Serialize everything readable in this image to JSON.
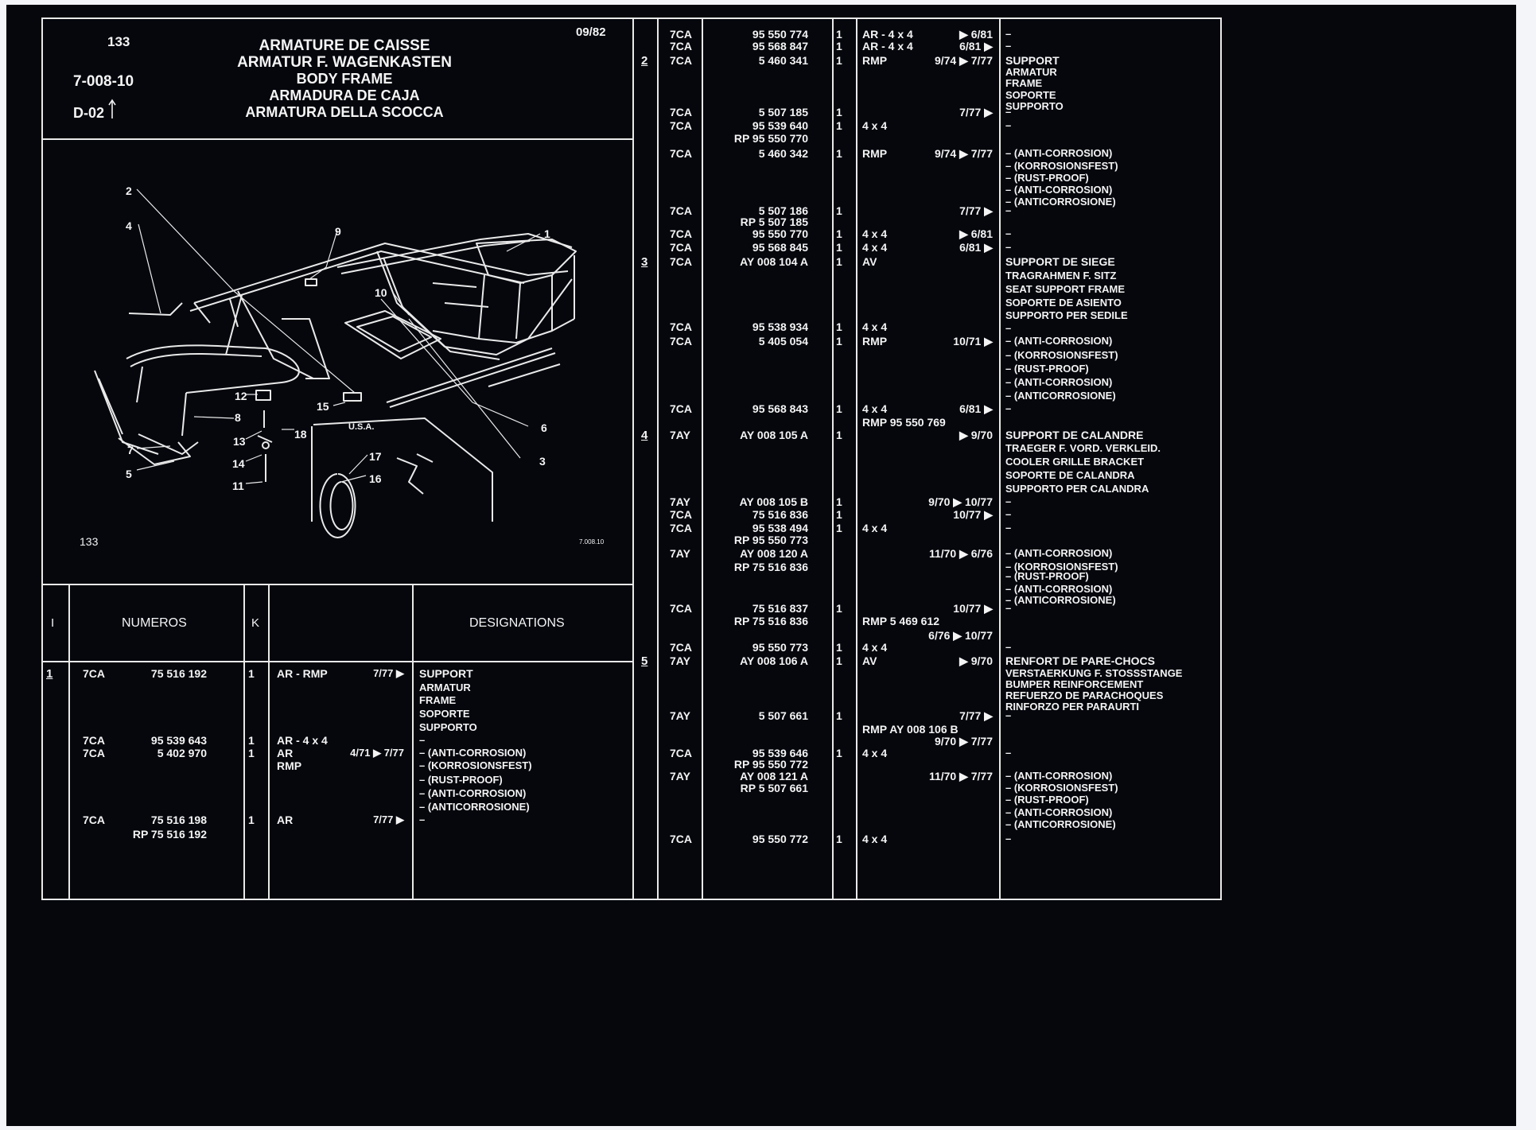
{
  "header": {
    "page_number": "133",
    "code": "7-008-10",
    "ref": "D-02",
    "date": "09/82",
    "titles": [
      "ARMATURE DE CAISSE",
      "ARMATUR F. WAGENKASTEN",
      "BODY FRAME",
      "ARMADURA DE CAJA",
      "ARMATURA DELLA SCOCCA"
    ]
  },
  "diagram": {
    "callouts": [
      "1",
      "2",
      "3",
      "4",
      "5",
      "6",
      "7",
      "8",
      "9",
      "10",
      "11",
      "12",
      "13",
      "14",
      "15",
      "16",
      "17",
      "18"
    ],
    "inset_label": "U.S.A.",
    "footer_left": "133",
    "footer_right": "7.008.10"
  },
  "columns": {
    "index": "I",
    "numeros": "NUMEROS",
    "k": "K",
    "designations": "DESIGNATIONS"
  },
  "left_rows": [
    {
      "idx": "1",
      "type": "7CA",
      "num": "75 516 192",
      "q": "1",
      "code": "AR - RMP",
      "date": "7/77 ▶",
      "desig": "SUPPORT"
    },
    {
      "desig": "ARMATUR"
    },
    {
      "desig": "FRAME"
    },
    {
      "desig": "SOPORTE"
    },
    {
      "desig": "SUPPORTO"
    },
    {
      "type": "7CA",
      "num": "95 539 643",
      "q": "1",
      "code": "AR - 4 x 4",
      "desig": "–"
    },
    {
      "type": "7CA",
      "num": "5 402 970",
      "q": "1",
      "code": "AR",
      "date": "4/71 ▶ 7/77",
      "desig": "– (ANTI-CORROSION)"
    },
    {
      "code": "RMP",
      "desig": "– (KORROSIONSFEST)"
    },
    {
      "desig": "– (RUST-PROOF)"
    },
    {
      "desig": "– (ANTI-CORROSION)"
    },
    {
      "desig": "– (ANTICORROSIONE)"
    },
    {
      "type": "7CA",
      "num": "75 516 198",
      "q": "1",
      "code": "AR",
      "date": "7/77 ▶",
      "desig": "–"
    },
    {
      "num": "RP 75 516 192"
    }
  ],
  "right_rows": [
    {
      "type": "7CA",
      "num": "95 550 774",
      "q": "1",
      "code": "AR - 4 x 4",
      "date": "▶ 6/81",
      "desig": "–"
    },
    {
      "type": "7CA",
      "num": "95 568 847",
      "q": "1",
      "code": "AR - 4 x 4",
      "date": "6/81 ▶",
      "desig": "–"
    },
    {
      "idx": "2",
      "type": "7CA",
      "num": "5 460 341",
      "q": "1",
      "code": "RMP",
      "date": "9/74 ▶ 7/77",
      "desig": "SUPPORT"
    },
    {
      "desig": "ARMATUR"
    },
    {
      "desig": "FRAME"
    },
    {
      "desig": "SOPORTE"
    },
    {
      "desig": "SUPPORTO"
    },
    {
      "type": "7CA",
      "num": "5 507 185",
      "q": "1",
      "date": "7/77 ▶",
      "desig": "–"
    },
    {
      "type": "7CA",
      "num": "95 539 640",
      "q": "1",
      "code": "4 x 4",
      "desig": "–"
    },
    {
      "num": "RP 95 550 770"
    },
    {
      "type": "7CA",
      "num": "5 460 342",
      "q": "1",
      "code": "RMP",
      "date": "9/74 ▶ 7/77",
      "desig": "– (ANTI-CORROSION)"
    },
    {
      "desig": "– (KORROSIONSFEST)"
    },
    {
      "desig": "– (RUST-PROOF)"
    },
    {
      "desig": "– (ANTI-CORROSION)"
    },
    {
      "desig": "– (ANTICORROSIONE)"
    },
    {
      "type": "7CA",
      "num": "5 507 186",
      "q": "1",
      "date": "7/77 ▶",
      "desig": "–"
    },
    {
      "num": "RP 5 507 185"
    },
    {
      "type": "7CA",
      "num": "95 550 770",
      "q": "1",
      "code": "4 x 4",
      "date": "▶ 6/81",
      "desig": "–"
    },
    {
      "type": "7CA",
      "num": "95 568 845",
      "q": "1",
      "code": "4 x 4",
      "date": "6/81 ▶",
      "desig": "–"
    },
    {
      "idx": "3",
      "type": "7CA",
      "num": "AY 008 104 A",
      "q": "1",
      "code": "AV",
      "desig": "SUPPORT DE SIEGE"
    },
    {
      "desig": "TRAGRAHMEN F. SITZ"
    },
    {
      "desig": "SEAT SUPPORT FRAME"
    },
    {
      "desig": "SOPORTE DE ASIENTO"
    },
    {
      "desig": "SUPPORTO PER SEDILE"
    },
    {
      "desig": "–"
    },
    {
      "type": "7CA",
      "num": "95 538 934",
      "q": "1",
      "code": "4 x 4"
    },
    {
      "type": "7CA",
      "num": "5 405 054",
      "q": "1",
      "code": "RMP",
      "date": "10/71 ▶",
      "desig": "– (ANTI-CORROSION)"
    },
    {
      "desig": "– (KORROSIONSFEST)"
    },
    {
      "desig": "– (RUST-PROOF)"
    },
    {
      "desig": "– (ANTI-CORROSION)"
    },
    {
      "desig": "– (ANTICORROSIONE)"
    },
    {
      "type": "7CA",
      "num": "95 568 843",
      "q": "1",
      "code": "4 x 4",
      "date": "6/81 ▶",
      "desig": "–"
    },
    {
      "code": "RMP 95 550 769"
    },
    {
      "idx": "4",
      "type": "7AY",
      "num": "AY 008 105 A",
      "q": "1",
      "date": "▶ 9/70",
      "desig": "SUPPORT DE CALANDRE"
    },
    {
      "desig": "TRAEGER F. VORD. VERKLEID."
    },
    {
      "desig": "COOLER GRILLE BRACKET"
    },
    {
      "desig": "SOPORTE DE CALANDRA"
    },
    {
      "desig": "SUPPORTO PER CALANDRA"
    },
    {
      "type": "7AY",
      "num": "AY 008 105 B",
      "q": "1",
      "date": "9/70 ▶ 10/77",
      "desig": "–"
    },
    {
      "type": "7CA",
      "num": "75 516 836",
      "q": "1",
      "date": "10/77 ▶",
      "desig": "–"
    },
    {
      "type": "7CA",
      "num": "95 538 494",
      "q": "1",
      "code": "4 x 4",
      "desig": "–"
    },
    {
      "num": "RP 95 550 773"
    },
    {
      "type": "7AY",
      "num": "AY 008 120 A",
      "date": "11/70 ▶ 6/76",
      "desig": "– (ANTI-CORROSION)"
    },
    {
      "num": "RP 75 516 836",
      "desig": "– (KORROSIONSFEST)"
    },
    {
      "desig": "– (RUST-PROOF)"
    },
    {
      "desig": "– (ANTI-CORROSION)"
    },
    {
      "desig": "– (ANTICORROSIONE)"
    },
    {
      "type": "7CA",
      "num": "75 516 837",
      "q": "1",
      "date": "10/77 ▶",
      "desig": "–"
    },
    {
      "num": "RP 75 516 836",
      "code": "RMP 5 469 612"
    },
    {
      "date": "6/76 ▶ 10/77"
    },
    {
      "type": "7CA",
      "num": "95 550 773",
      "q": "1",
      "code": "4 x 4",
      "desig": "–"
    },
    {
      "idx": "5",
      "type": "7AY",
      "num": "AY 008 106 A",
      "q": "1",
      "code": "AV",
      "date": "▶ 9/70",
      "desig": "RENFORT DE PARE-CHOCS"
    },
    {
      "desig": "VERSTAERKUNG F. STOSSSTANGE"
    },
    {
      "desig": "BUMPER REINFORCEMENT"
    },
    {
      "desig": "REFUERZO DE PARACHOQUES"
    },
    {
      "desig": "RINFORZO PER PARAURTI"
    },
    {
      "type": "7AY",
      "num": "5 507 661",
      "q": "1",
      "date": "7/77 ▶",
      "desig": "–"
    },
    {
      "code": "RMP AY 008 106 B"
    },
    {
      "date": "9/70 ▶ 7/77"
    },
    {
      "type": "7CA",
      "num": "95 539 646",
      "q": "1",
      "code": "4 x 4",
      "desig": "–"
    },
    {
      "num": "RP 95 550 772"
    },
    {
      "type": "7AY",
      "num": "AY 008 121 A",
      "date": "11/70 ▶ 7/77",
      "desig": "– (ANTI-CORROSION)"
    },
    {
      "num": "RP 5 507 661",
      "desig": "– (KORROSIONSFEST)"
    },
    {
      "desig": "– (RUST-PROOF)"
    },
    {
      "desig": "– (ANTI-CORROSION)"
    },
    {
      "desig": "– (ANTICORROSIONE)"
    },
    {
      "type": "7CA",
      "num": "95 550 772",
      "q": "1",
      "code": "4 x 4",
      "desig": "–"
    }
  ]
}
